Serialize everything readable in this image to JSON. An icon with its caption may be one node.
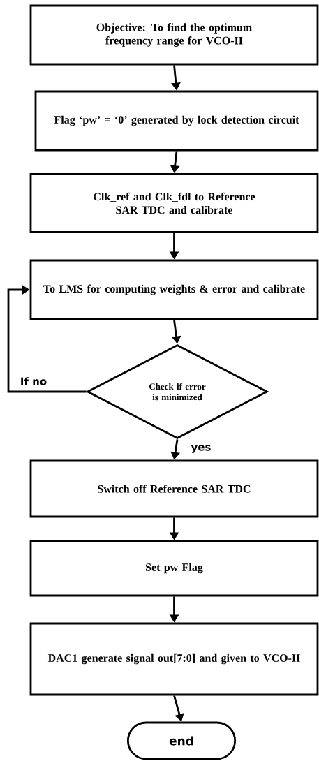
{
  "diagram": {
    "nodes": [
      {
        "text": [
          "Objective: To find the optimum frequency range for VCO-II"
        ]
      },
      {
        "text": [
          "Flag ‘pw’ = ‘0’ generated by lock detection circuit"
        ]
      },
      {
        "text": [
          "Clk_ref and Clk_fdl to Reference SAR TDC and calibrate"
        ]
      },
      {
        "text": [
          "To LMS for computing weights & error and calibrate"
        ]
      },
      {
        "text": [
          "Check if error is minimized"
        ]
      },
      {
        "text": [
          "Switch off Reference SAR TDC"
        ]
      },
      {
        "text": [
          "Set pw Flag"
        ]
      },
      {
        "text": [
          "DAC1  generate signal out[7:0] and given to VCO-II"
        ]
      },
      {
        "text": [
          "end"
        ]
      }
    ],
    "edges": [
      {
        "from": 0,
        "to": 1,
        "arrow": "to"
      },
      {
        "from": 1,
        "to": 2,
        "arrow": "to"
      },
      {
        "from": 2,
        "to": 3,
        "arrow": "to"
      },
      {
        "from": 3,
        "to": 4,
        "arrow": "to"
      },
      {
        "from": 4,
        "to": 3,
        "arrow": "to",
        "label": "If no"
      },
      {
        "from": 4,
        "to": 5,
        "arrow": "to",
        "label": "yes"
      },
      {
        "from": 5,
        "to": 6,
        "arrow": "to"
      },
      {
        "from": 6,
        "to": 7,
        "arrow": "to"
      },
      {
        "from": 7,
        "to": 8,
        "arrow": "to"
      }
    ]
  }
}
